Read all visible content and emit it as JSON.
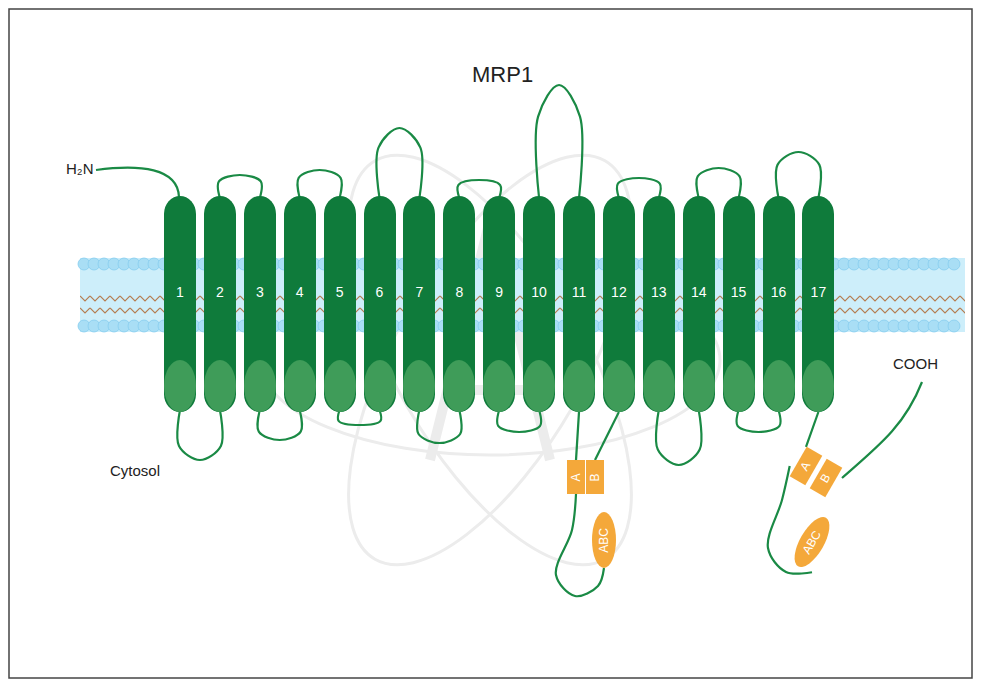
{
  "diagram": {
    "title": "MRP1",
    "nodes": [
      {
        "text": [
          "1"
        ]
      },
      {
        "text": [
          "2"
        ]
      },
      {
        "text": [
          "3"
        ]
      },
      {
        "text": [
          "4"
        ]
      },
      {
        "text": [
          "5"
        ]
      },
      {
        "text": [
          "6"
        ]
      },
      {
        "text": [
          "7"
        ]
      },
      {
        "text": [
          "8"
        ]
      },
      {
        "text": [
          "9"
        ]
      },
      {
        "text": [
          "10"
        ]
      },
      {
        "text": [
          "11"
        ]
      },
      {
        "text": [
          "12"
        ]
      },
      {
        "text": [
          "13"
        ]
      },
      {
        "text": [
          "14"
        ]
      },
      {
        "text": [
          "15"
        ]
      },
      {
        "text": [
          "16"
        ]
      },
      {
        "text": [
          "17"
        ]
      },
      {
        "text": [
          "A"
        ]
      },
      {
        "text": [
          "B"
        ]
      },
      {
        "text": [
          "ABC"
        ]
      },
      {
        "text": [
          "A"
        ]
      },
      {
        "text": [
          "B"
        ]
      },
      {
        "text": [
          "ABC"
        ]
      }
    ],
    "edges": [
      {
        "from": 0,
        "to": 1,
        "arrow": "none"
      },
      {
        "from": 1,
        "to": 2,
        "arrow": "none"
      },
      {
        "from": 2,
        "to": 3,
        "arrow": "none"
      },
      {
        "from": 3,
        "to": 4,
        "arrow": "none"
      },
      {
        "from": 4,
        "to": 5,
        "arrow": "none"
      },
      {
        "from": 5,
        "to": 6,
        "arrow": "none"
      },
      {
        "from": 6,
        "to": 7,
        "arrow": "none"
      },
      {
        "from": 7,
        "to": 8,
        "arrow": "none"
      },
      {
        "from": 8,
        "to": 9,
        "arrow": "none"
      },
      {
        "from": 9,
        "to": 10,
        "arrow": "none"
      },
      {
        "from": 10,
        "to": 17,
        "arrow": "none"
      },
      {
        "from": 17,
        "to": 19,
        "arrow": "none"
      },
      {
        "from": 18,
        "to": 11,
        "arrow": "none"
      },
      {
        "from": 11,
        "to": 12,
        "arrow": "none"
      },
      {
        "from": 12,
        "to": 13,
        "arrow": "none"
      },
      {
        "from": 13,
        "to": 14,
        "arrow": "none"
      },
      {
        "from": 14,
        "to": 15,
        "arrow": "none"
      },
      {
        "from": 15,
        "to": 16,
        "arrow": "none"
      },
      {
        "from": 16,
        "to": 20,
        "arrow": "none"
      },
      {
        "from": 20,
        "to": 22,
        "arrow": "none"
      }
    ],
    "labels": [
      "H₂N",
      "Cytosol",
      "COOH"
    ]
  }
}
